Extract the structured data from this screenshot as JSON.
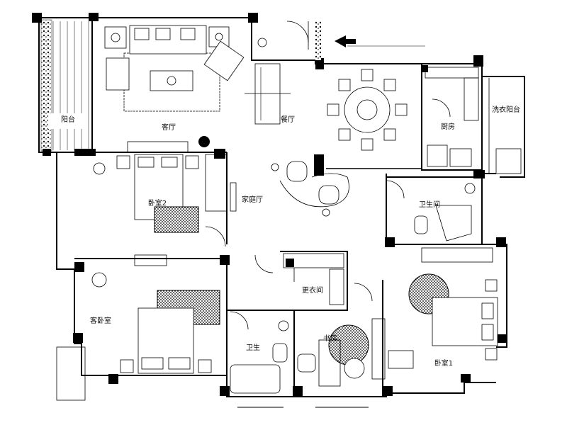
{
  "rooms": {
    "balcony_left": "阳台",
    "living": "客厅",
    "dining": "餐厅",
    "kitchen": "厨房",
    "laundry_balcony": "洗衣阳台",
    "bedroom2": "卧室2",
    "family_room": "家庭厅",
    "bath_public": "卫生间",
    "guest_bedroom": "客卧室",
    "closet": "更衣间",
    "bath_small": "卫生",
    "study": "书房",
    "bedroom1": "卧室1"
  },
  "entry_arrow": "entrance-arrow-icon",
  "colors": {
    "line": "#000000",
    "background": "#ffffff"
  }
}
